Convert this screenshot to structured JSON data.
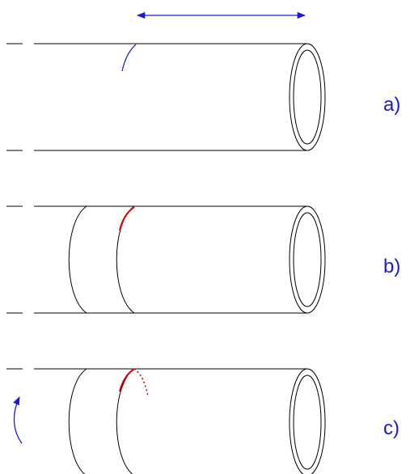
{
  "labels": {
    "a": "a)",
    "b": "b)",
    "c": "c)"
  },
  "colors": {
    "outline": "#000000",
    "annotation": "#1a1ad6",
    "crack": "#e00000",
    "background": "#ffffff"
  },
  "panels": [
    {
      "id": "a",
      "cut_bands": 0,
      "crack": "none",
      "arrow": "axial-double"
    },
    {
      "id": "b",
      "cut_bands": 2,
      "crack": "solid",
      "arrow": "none"
    },
    {
      "id": "c",
      "cut_bands": 2,
      "crack": "solid-with-dotted-extension",
      "arrow": "rotation"
    }
  ]
}
